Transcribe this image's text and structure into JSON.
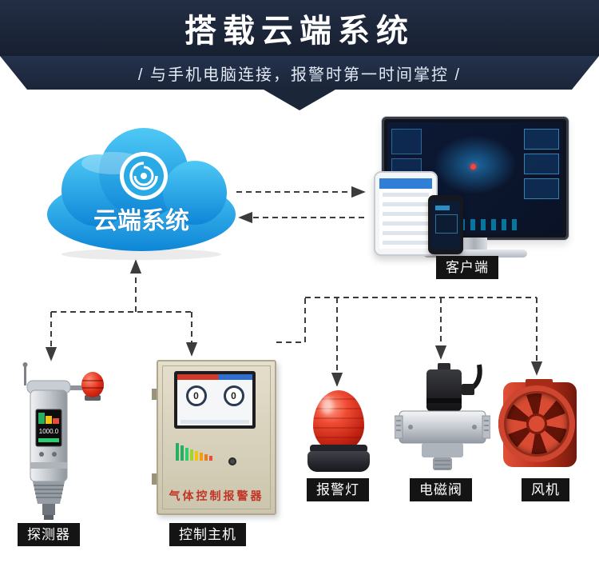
{
  "header": {
    "title": "搭载云端系统",
    "subtitle": "/ 与手机电脑连接，报警时第一时间掌控 /"
  },
  "cloud": {
    "label": "云端系统"
  },
  "client": {
    "label": "客户端"
  },
  "controller": {
    "panel_title": "气体控制报警器",
    "dial_left": "0",
    "dial_right": "0"
  },
  "detector": {
    "display_reading": "1000.0"
  },
  "devices": [
    {
      "id": "detector",
      "label": "探测器"
    },
    {
      "id": "control-host",
      "label": "控制主机"
    },
    {
      "id": "alarm-light",
      "label": "报警灯"
    },
    {
      "id": "solenoid-valve",
      "label": "电磁阀"
    },
    {
      "id": "fan",
      "label": "风机"
    }
  ],
  "icons": {
    "cloud": "cloud-shape",
    "swirl_logo": "swirl-logo",
    "arrows": "dashed-connection-arrows"
  },
  "colors": {
    "header_bg": "#1a2333",
    "cloud_blue_top": "#4ec9f5",
    "cloud_blue_bottom": "#0e86d7",
    "label_bg": "#141414",
    "alarm_red": "#c22312",
    "fan_red": "#c23420",
    "cabinet_beige": "#d8d2bd",
    "panel_text_red": "#c03526"
  }
}
